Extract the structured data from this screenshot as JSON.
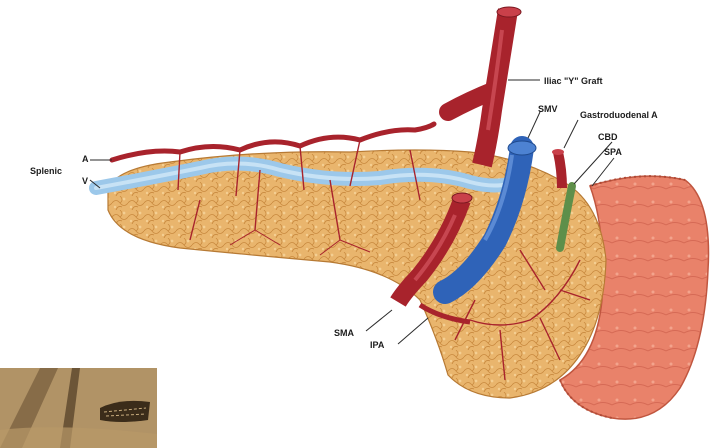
{
  "labels": {
    "splenic": "Splenic",
    "splenic_a": "A",
    "splenic_v": "V",
    "iliac_graft": "Iliac \"Y\" Graft",
    "smv": "SMV",
    "gastroduodenal": "Gastroduodenal A",
    "cbd": "CBD",
    "spa": "SPA",
    "sma": "SMA",
    "ipa": "IPA"
  },
  "colors": {
    "background": "#ffffff",
    "pancreas_tissue": "#e9b56d",
    "pancreas_lobule_line": "#c98a3f",
    "artery": "#a8232c",
    "vein": "#2f63b8",
    "splenic_vein": "#9cc8ea",
    "duodenum": "#e9826a",
    "bile_duct": "#5e8f4a",
    "label_text": "#1c1c1c"
  },
  "inset_photo": {
    "icon": "surgical-photo-thumbnail"
  }
}
